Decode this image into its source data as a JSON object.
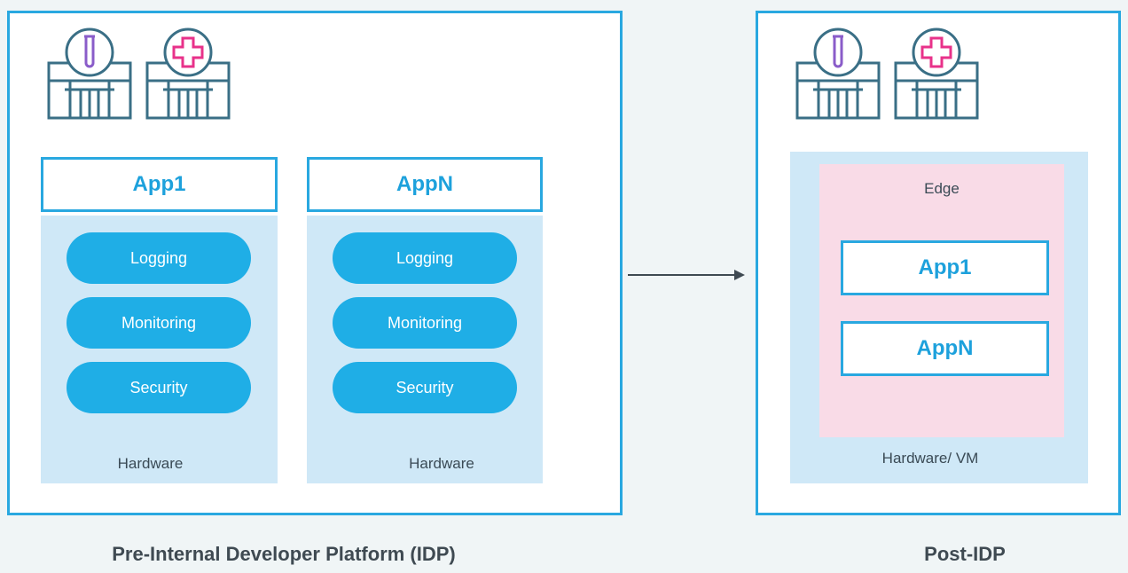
{
  "pre": {
    "stacks": [
      {
        "app_label": "App1",
        "services": [
          "Logging",
          "Monitoring",
          "Security"
        ],
        "hardware_label": "Hardware"
      },
      {
        "app_label": "AppN",
        "services": [
          "Logging",
          "Monitoring",
          "Security"
        ],
        "hardware_label": "Hardware"
      }
    ],
    "caption": "Pre-Internal Developer Platform (IDP)"
  },
  "post": {
    "edge_label": "Edge",
    "apps": [
      "App1",
      "AppN"
    ],
    "hardware_label": "Hardware/ VM",
    "caption": "Post-IDP"
  },
  "icons": {
    "left": [
      "lab-building-icon",
      "hospital-building-icon"
    ],
    "right": [
      "lab-building-icon",
      "hospital-building-icon"
    ]
  },
  "colors": {
    "accent_blue": "#29a8e0",
    "pill_blue": "#1faee6",
    "hardware_bg": "#cfe8f7",
    "edge_bg": "#f9dbe7",
    "icon_stroke": "#3a6f86",
    "test_tube": "#8a5cc9",
    "cross": "#e8328a"
  }
}
